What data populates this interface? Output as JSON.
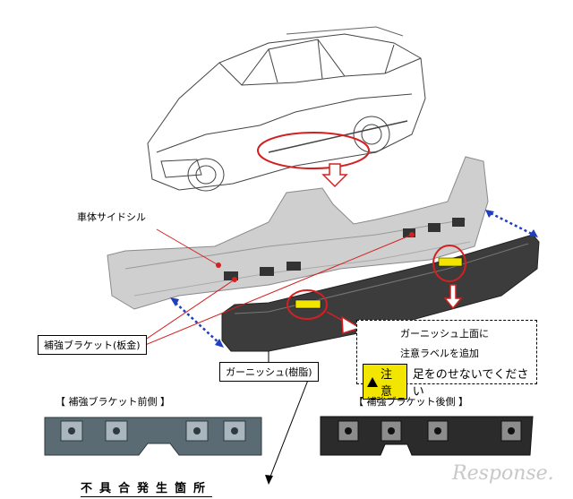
{
  "labels": {
    "side_sill": "車体サイドシル",
    "bracket_metal": "補強ブラケット(板金)",
    "garnish": "ガーニッシュ(樹脂)",
    "note_line1": "ガーニッシュ上面に",
    "note_line2": "注意ラベルを追加",
    "warning_tag": "注意",
    "warning_text": "足をのせないでください",
    "front_bracket": "【 補強ブラケット前側 】",
    "rear_bracket": "【 補強ブラケット後側 】",
    "defect_location": "不具合発生箇所"
  },
  "logo_text": "Response.",
  "colors": {
    "red": "#d42020",
    "blue": "#1f3fbf",
    "warning_yellow": "#f2e600",
    "part_gray": "#c9c9c9",
    "garnish_dark": "#3c3c3c"
  }
}
